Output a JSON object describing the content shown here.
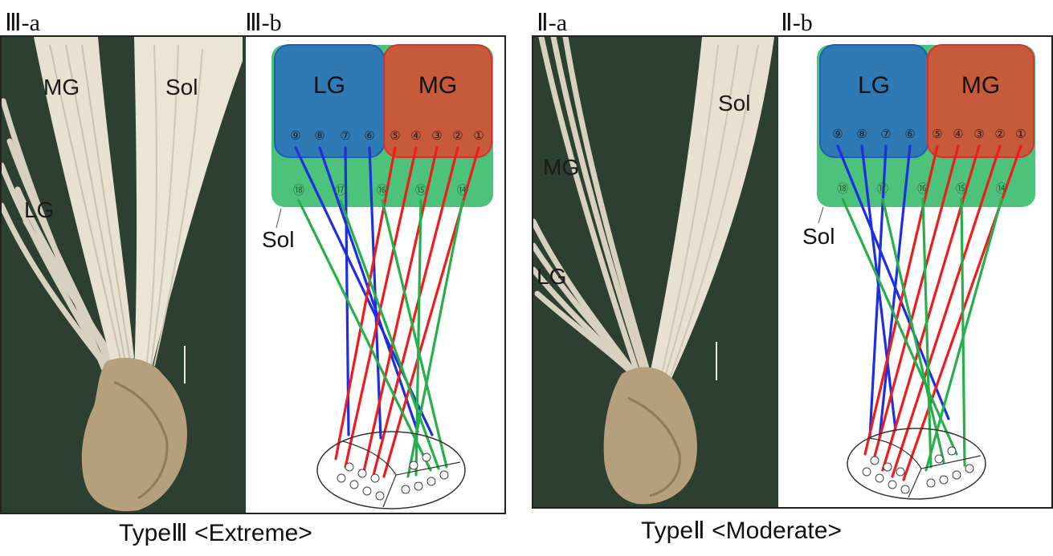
{
  "panels": [
    {
      "photo_label": "Ⅲ-a",
      "diagram_label": "Ⅲ-b",
      "caption": "TypeⅢ  <Extreme>",
      "photo_labels": {
        "mg": "MG",
        "sol": "Sol",
        "lg": "LG"
      },
      "diagram": {
        "lg_box": "LG",
        "mg_box": "MG",
        "sol_label": "Sol",
        "lg_numbers": [
          "⑨",
          "⑧",
          "⑦",
          "⑥"
        ],
        "mg_numbers": [
          "⑤",
          "④",
          "③",
          "②",
          "①"
        ],
        "sol_numbers": [
          "⑱",
          "⑰",
          "⑯",
          "⑮",
          "⑭"
        ]
      }
    },
    {
      "photo_label": "Ⅱ-a",
      "diagram_label": "Ⅱ-b",
      "caption": "TypeⅡ  <Moderate>",
      "photo_labels": {
        "mg": "MG",
        "sol": "Sol",
        "lg": "LG"
      },
      "diagram": {
        "lg_box": "LG",
        "mg_box": "MG",
        "sol_label": "Sol",
        "lg_numbers": [
          "⑨",
          "⑧",
          "⑦",
          "⑥"
        ],
        "mg_numbers": [
          "⑤",
          "④",
          "③",
          "②",
          "①"
        ],
        "sol_numbers": [
          "⑱",
          "⑰",
          "⑯",
          "⑮",
          "⑭"
        ]
      }
    }
  ],
  "colors": {
    "lg": "#2f79b4",
    "mg": "#c65a3a",
    "sol": "#4cc27a",
    "lg_line": "#1d2fe0",
    "mg_line": "#ee1c1c",
    "sol_line": "#27b04a",
    "photo_bg": "#2c3f30",
    "tendon": "#e8e1d1"
  }
}
